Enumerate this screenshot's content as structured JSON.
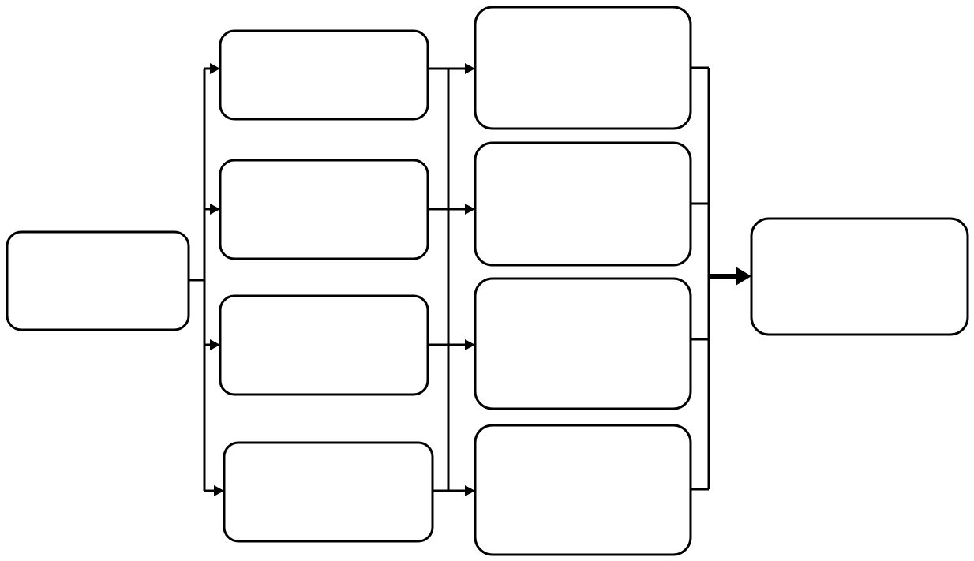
{
  "diagram": {
    "type": "flowchart",
    "stroke_color": "#000000",
    "fill_color": "#ffffff",
    "nodes": [
      {
        "id": "source",
        "label": ""
      },
      {
        "id": "branch-1",
        "label": ""
      },
      {
        "id": "branch-2",
        "label": ""
      },
      {
        "id": "branch-3",
        "label": ""
      },
      {
        "id": "branch-4",
        "label": ""
      },
      {
        "id": "stage-1",
        "label": ""
      },
      {
        "id": "stage-2",
        "label": ""
      },
      {
        "id": "stage-3",
        "label": ""
      },
      {
        "id": "stage-4",
        "label": ""
      },
      {
        "id": "result",
        "label": ""
      }
    ],
    "edges": [
      {
        "from": "source",
        "to": "branch-1"
      },
      {
        "from": "source",
        "to": "branch-2"
      },
      {
        "from": "source",
        "to": "branch-3"
      },
      {
        "from": "source",
        "to": "branch-4"
      },
      {
        "from": "branch-1",
        "to": "stage-1"
      },
      {
        "from": "branch-1",
        "to": "stage-2"
      },
      {
        "from": "branch-1",
        "to": "stage-3"
      },
      {
        "from": "branch-1",
        "to": "stage-4"
      },
      {
        "from": "branch-2",
        "to": "stage-2"
      },
      {
        "from": "branch-3",
        "to": "stage-3"
      },
      {
        "from": "branch-4",
        "to": "stage-4"
      },
      {
        "from": "stage-1",
        "to": "result"
      },
      {
        "from": "stage-2",
        "to": "result"
      },
      {
        "from": "stage-3",
        "to": "result"
      },
      {
        "from": "stage-4",
        "to": "result"
      }
    ]
  }
}
